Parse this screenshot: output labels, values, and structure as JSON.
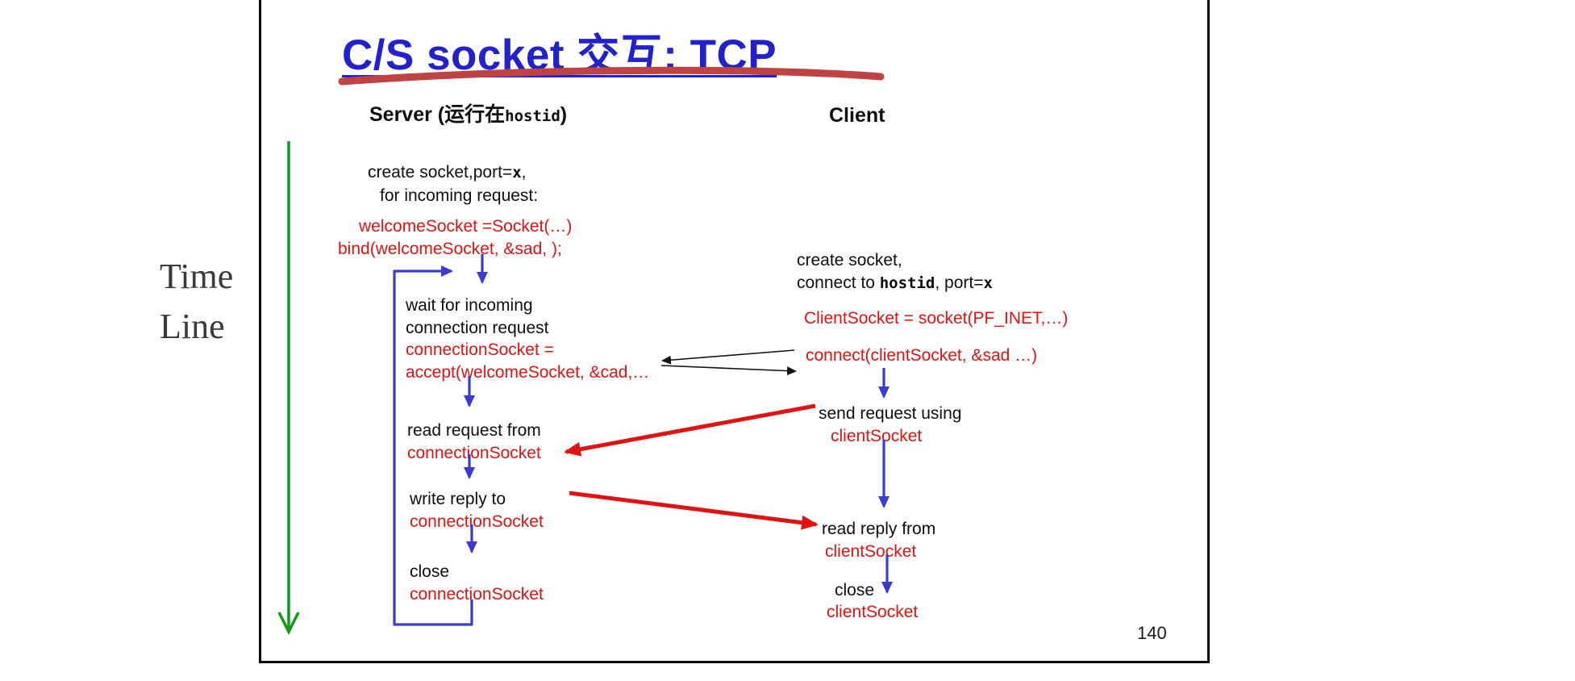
{
  "colors": {
    "title_blue": "#2222cc",
    "code_red": "#e01212",
    "flow_arrow_blue": "#3b3bd0",
    "timeline_green": "#119b11",
    "message_arrow_red": "#e01212",
    "underline_swoosh": "#c04343"
  },
  "slide": {
    "title": "C/S  socket 交互: TCP",
    "page_number": "140"
  },
  "timeline": {
    "line1": "Time",
    "line2": "Line"
  },
  "server": {
    "header_pre": "Server (",
    "header_cn": "运行在",
    "header_host": "hostid",
    "header_post": ")",
    "create_l1a": "create socket,port=",
    "create_l1b": "x",
    "create_l1c": ",",
    "create_l2": "for incoming request:",
    "code_welcome": "welcomeSocket =Socket(…)",
    "code_bind": "bind(welcomeSocket, &sad, );",
    "wait_l1": "wait for incoming",
    "wait_l2": "connection request",
    "code_accept_l1": "connectionSocket =",
    "code_accept_l2": "accept(welcomeSocket, &cad,…",
    "read_label": "read request from",
    "read_code": "connectionSocket",
    "write_label": "write reply to",
    "write_code": "connectionSocket",
    "close_label": "close",
    "close_code": "connectionSocket"
  },
  "client": {
    "header": "Client",
    "create_l1": "create socket,",
    "create_l2a": "connect to ",
    "create_l2b": "hostid",
    "create_l2c": ", port=",
    "create_l2d": "x",
    "code_socket": "ClientSocket = socket(PF_INET,…)",
    "code_connect": "connect(clientSocket, &sad …)",
    "send_label": "send request using",
    "send_code": "clientSocket",
    "readreply_label": "read reply from",
    "readreply_code": "clientSocket",
    "close_label": "close",
    "close_code": "clientSocket"
  }
}
